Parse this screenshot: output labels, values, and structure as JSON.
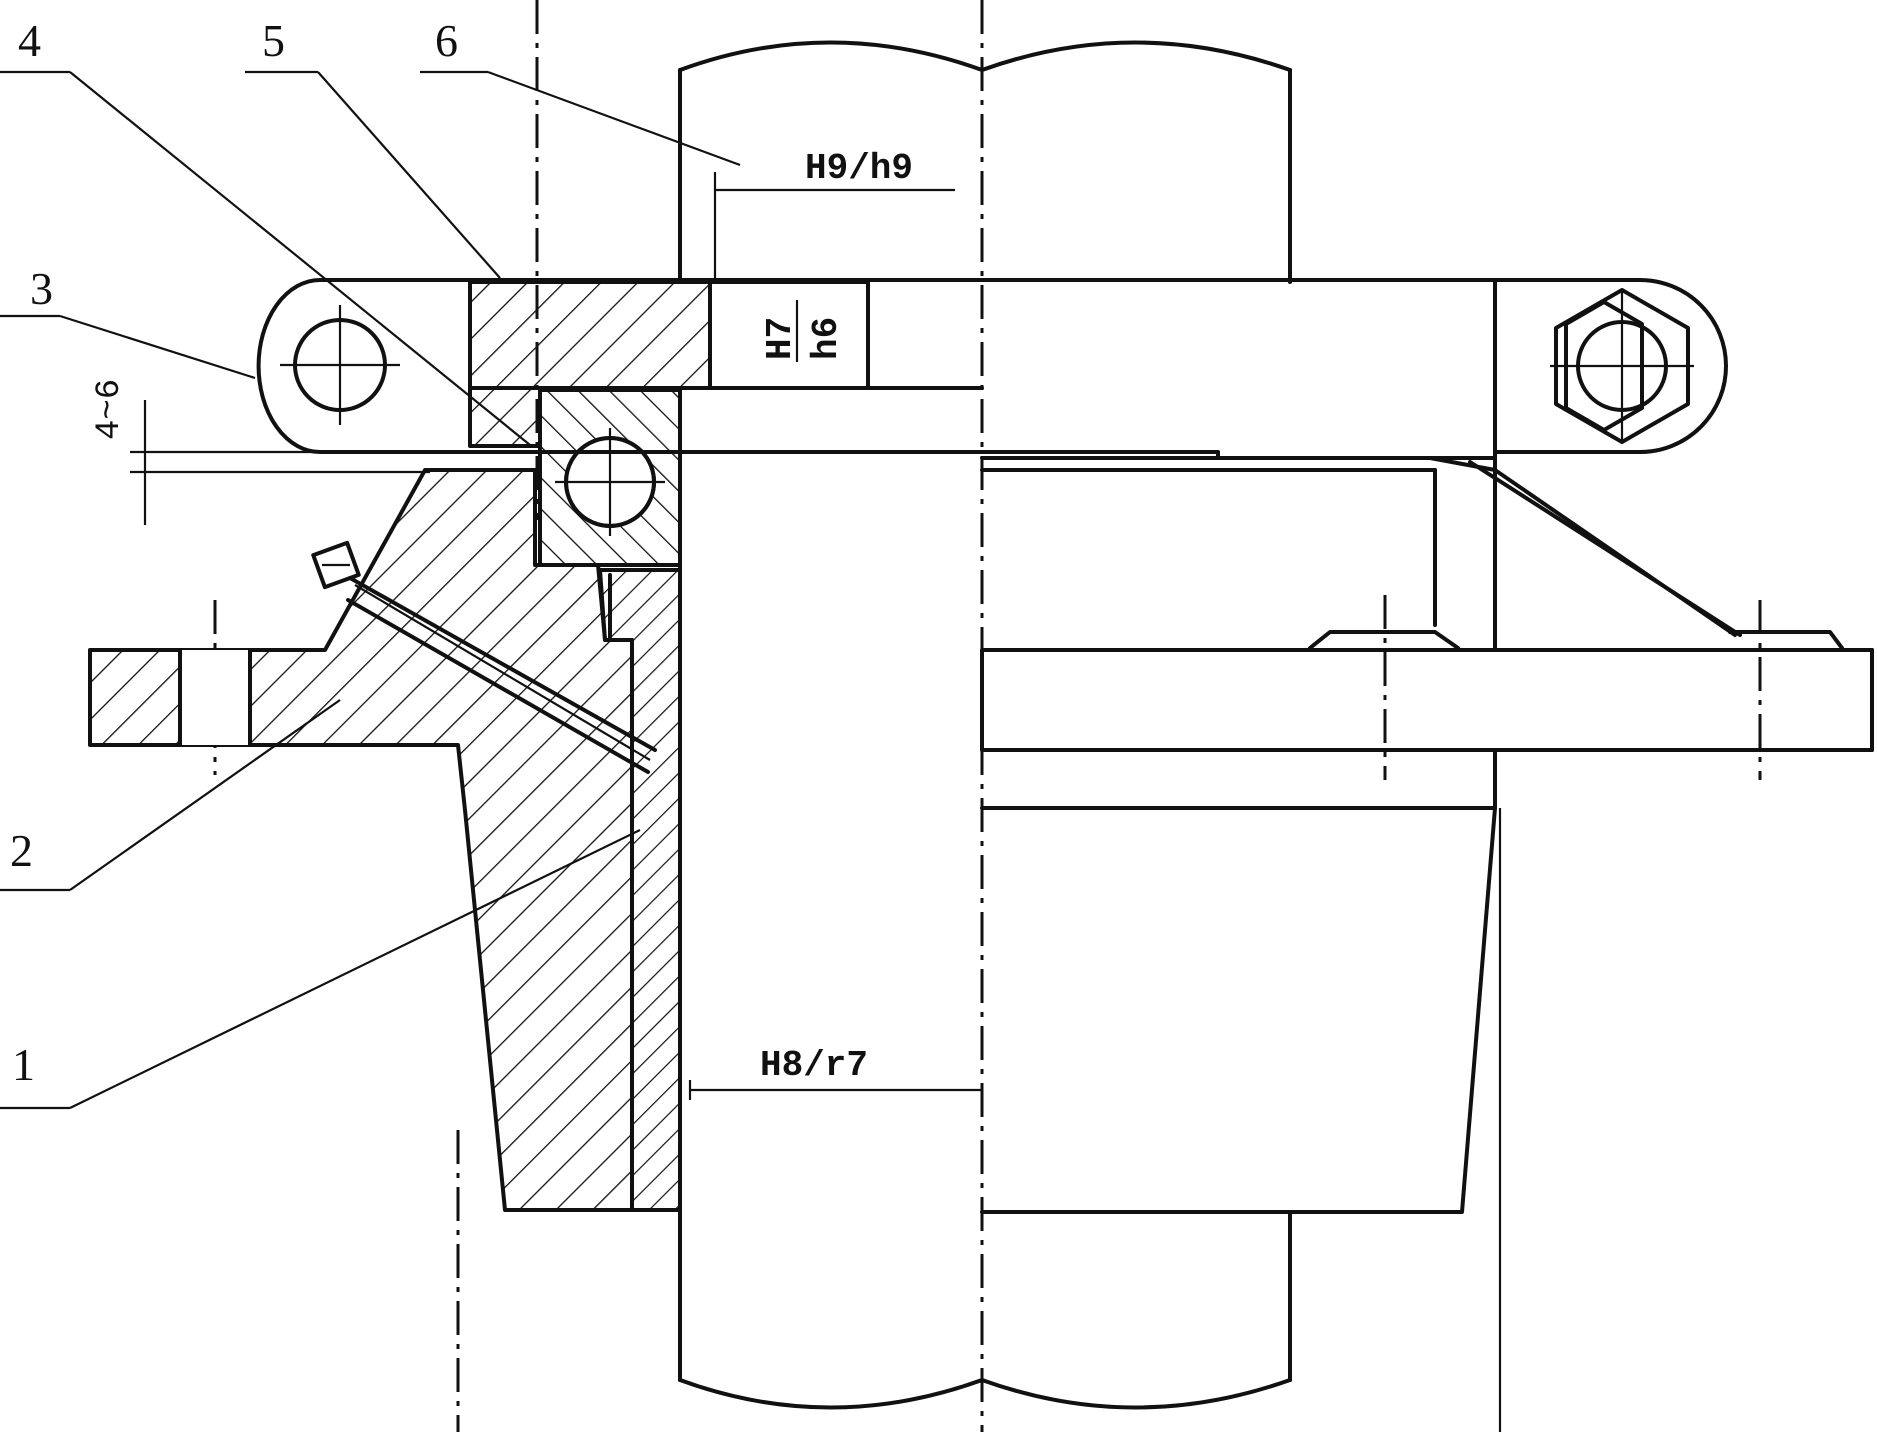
{
  "part_labels": [
    "1",
    "2",
    "3",
    "4",
    "5",
    "6"
  ],
  "fits": {
    "shaft_top": "H9/h9",
    "hub_bore": "H8/r7",
    "bearing_numerator": "H7",
    "bearing_denominator": "h6"
  },
  "dimension": "4~6",
  "colors": {
    "line": "#111111",
    "background": "#ffffff"
  }
}
